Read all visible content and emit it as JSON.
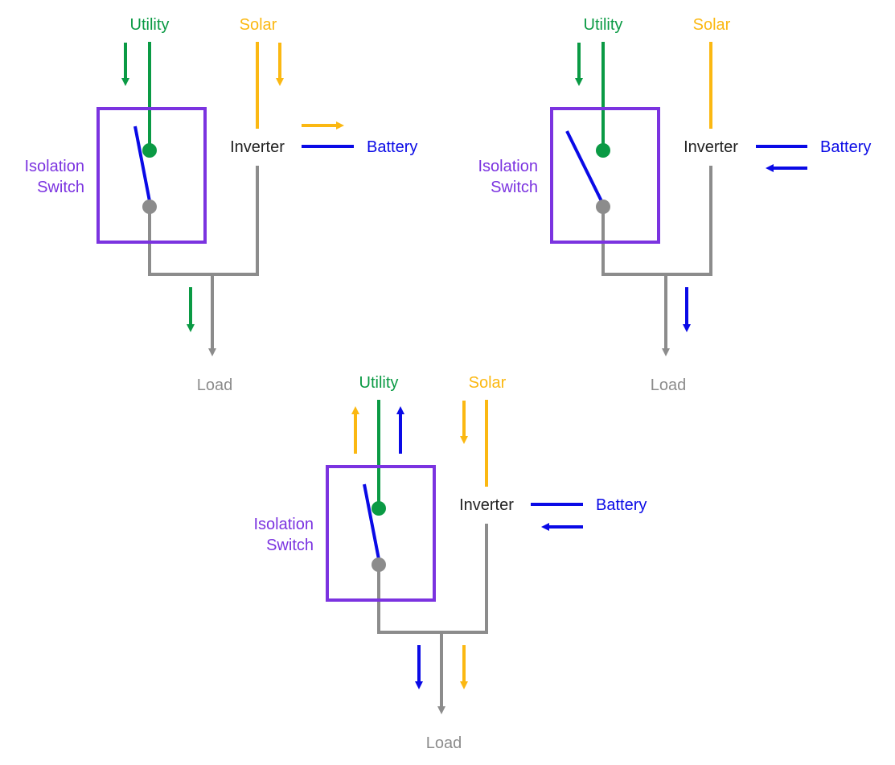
{
  "colors": {
    "utility": "#0a9a44",
    "solar": "#fbb812",
    "battery": "#0a0ae6",
    "load": "#8c8c8c",
    "switch": "#7b33e0",
    "inverter": "#222222"
  },
  "panels": [
    {
      "id": "panel-top-left",
      "labels": {
        "utility": "Utility",
        "solar": "Solar",
        "inverter": "Inverter",
        "battery": "Battery",
        "switch_line1": "Isolation",
        "switch_line2": "Switch",
        "load": "Load"
      },
      "switch_state": "closed",
      "flows": [
        {
          "from": "utility",
          "to": "load"
        },
        {
          "from": "solar",
          "to": "battery"
        }
      ]
    },
    {
      "id": "panel-top-right",
      "labels": {
        "utility": "Utility",
        "solar": "Solar",
        "inverter": "Inverter",
        "battery": "Battery",
        "switch_line1": "Isolation",
        "switch_line2": "Switch",
        "load": "Load"
      },
      "switch_state": "open",
      "flows": [
        {
          "from": "utility",
          "to": "switch"
        },
        {
          "from": "battery",
          "to": "inverter"
        },
        {
          "from": "battery",
          "to": "load"
        }
      ]
    },
    {
      "id": "panel-bottom",
      "labels": {
        "utility": "Utility",
        "solar": "Solar",
        "inverter": "Inverter",
        "battery": "Battery",
        "switch_line1": "Isolation",
        "switch_line2": "Switch",
        "load": "Load"
      },
      "switch_state": "closed",
      "flows": [
        {
          "from": "solar",
          "to": "utility"
        },
        {
          "from": "battery",
          "to": "utility"
        },
        {
          "from": "battery",
          "to": "load"
        },
        {
          "from": "solar",
          "to": "load"
        }
      ]
    }
  ]
}
